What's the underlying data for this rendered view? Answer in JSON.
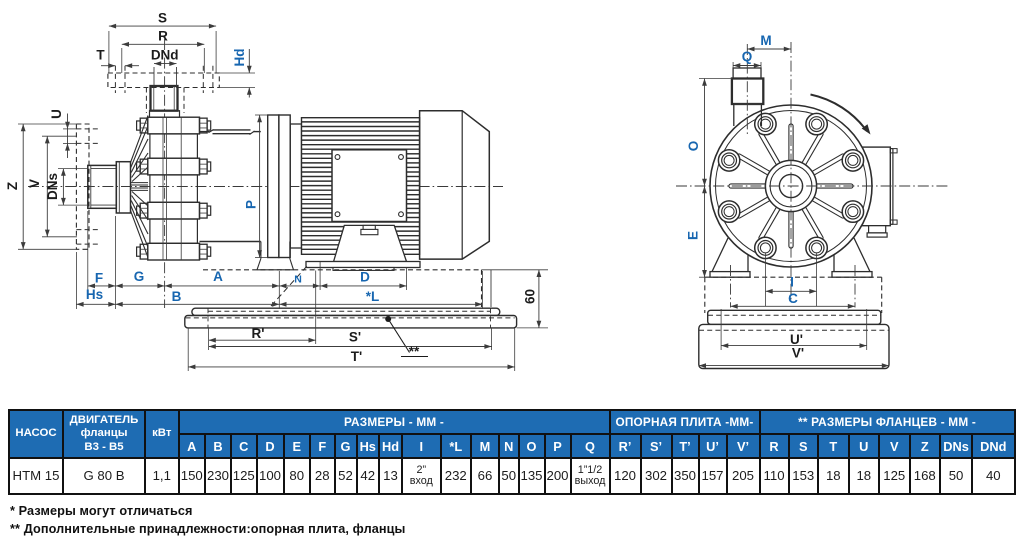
{
  "drawing": {
    "line_color": "#2d2d2d",
    "accent_blue": "#1766b0",
    "dim_labels": [
      "S",
      "R",
      "T",
      "DNd",
      "Hd",
      "U",
      "Z",
      "V",
      "DNs",
      "P",
      "F",
      "G",
      "A",
      "N",
      "D",
      "Hs",
      "B",
      "*L",
      "R'",
      "S'",
      "T'",
      "**",
      "60",
      "M",
      "Q",
      "O",
      "E",
      "I",
      "C",
      "U'",
      "V'"
    ]
  },
  "table": {
    "header_blue": "#1e6cb3",
    "header": {
      "pump": "НАСОС",
      "motor": "ДВИГАТЕЛЬ\nфланцы\nВ3 - В5",
      "power": "кВт",
      "groups": [
        "РАЗМЕРЫ  - ММ -",
        "ОПОРНАЯ ПЛИТА -ММ-",
        "** РАЗМЕРЫ ФЛАНЦЕВ  - ММ -"
      ]
    },
    "columns": [
      "A",
      "B",
      "C",
      "D",
      "E",
      "F",
      "G",
      "Hs",
      "Hd",
      "I",
      "*L",
      "M",
      "N",
      "O",
      "P",
      "Q",
      "R’",
      "S’",
      "T’",
      "U’",
      "V’",
      "R",
      "S",
      "T",
      "U",
      "V",
      "Z",
      "DNs",
      "DNd"
    ],
    "row": {
      "pump": "HTM 15",
      "motor": "G 80 B",
      "power": "1,1",
      "values": [
        "150",
        "230",
        "125",
        "100",
        "80",
        "28",
        "52",
        "42",
        "13",
        "2”\nвход",
        "232",
        "66",
        "50",
        "135",
        "200",
        "1”1/2\nвыход",
        "120",
        "302",
        "350",
        "157",
        "205",
        "110",
        "153",
        "18",
        "18",
        "125",
        "168",
        "50",
        "40"
      ]
    }
  },
  "footnotes": [
    "* Размеры могут отличаться",
    "** Дополнительные принадлежности:опорная плита, фланцы"
  ]
}
